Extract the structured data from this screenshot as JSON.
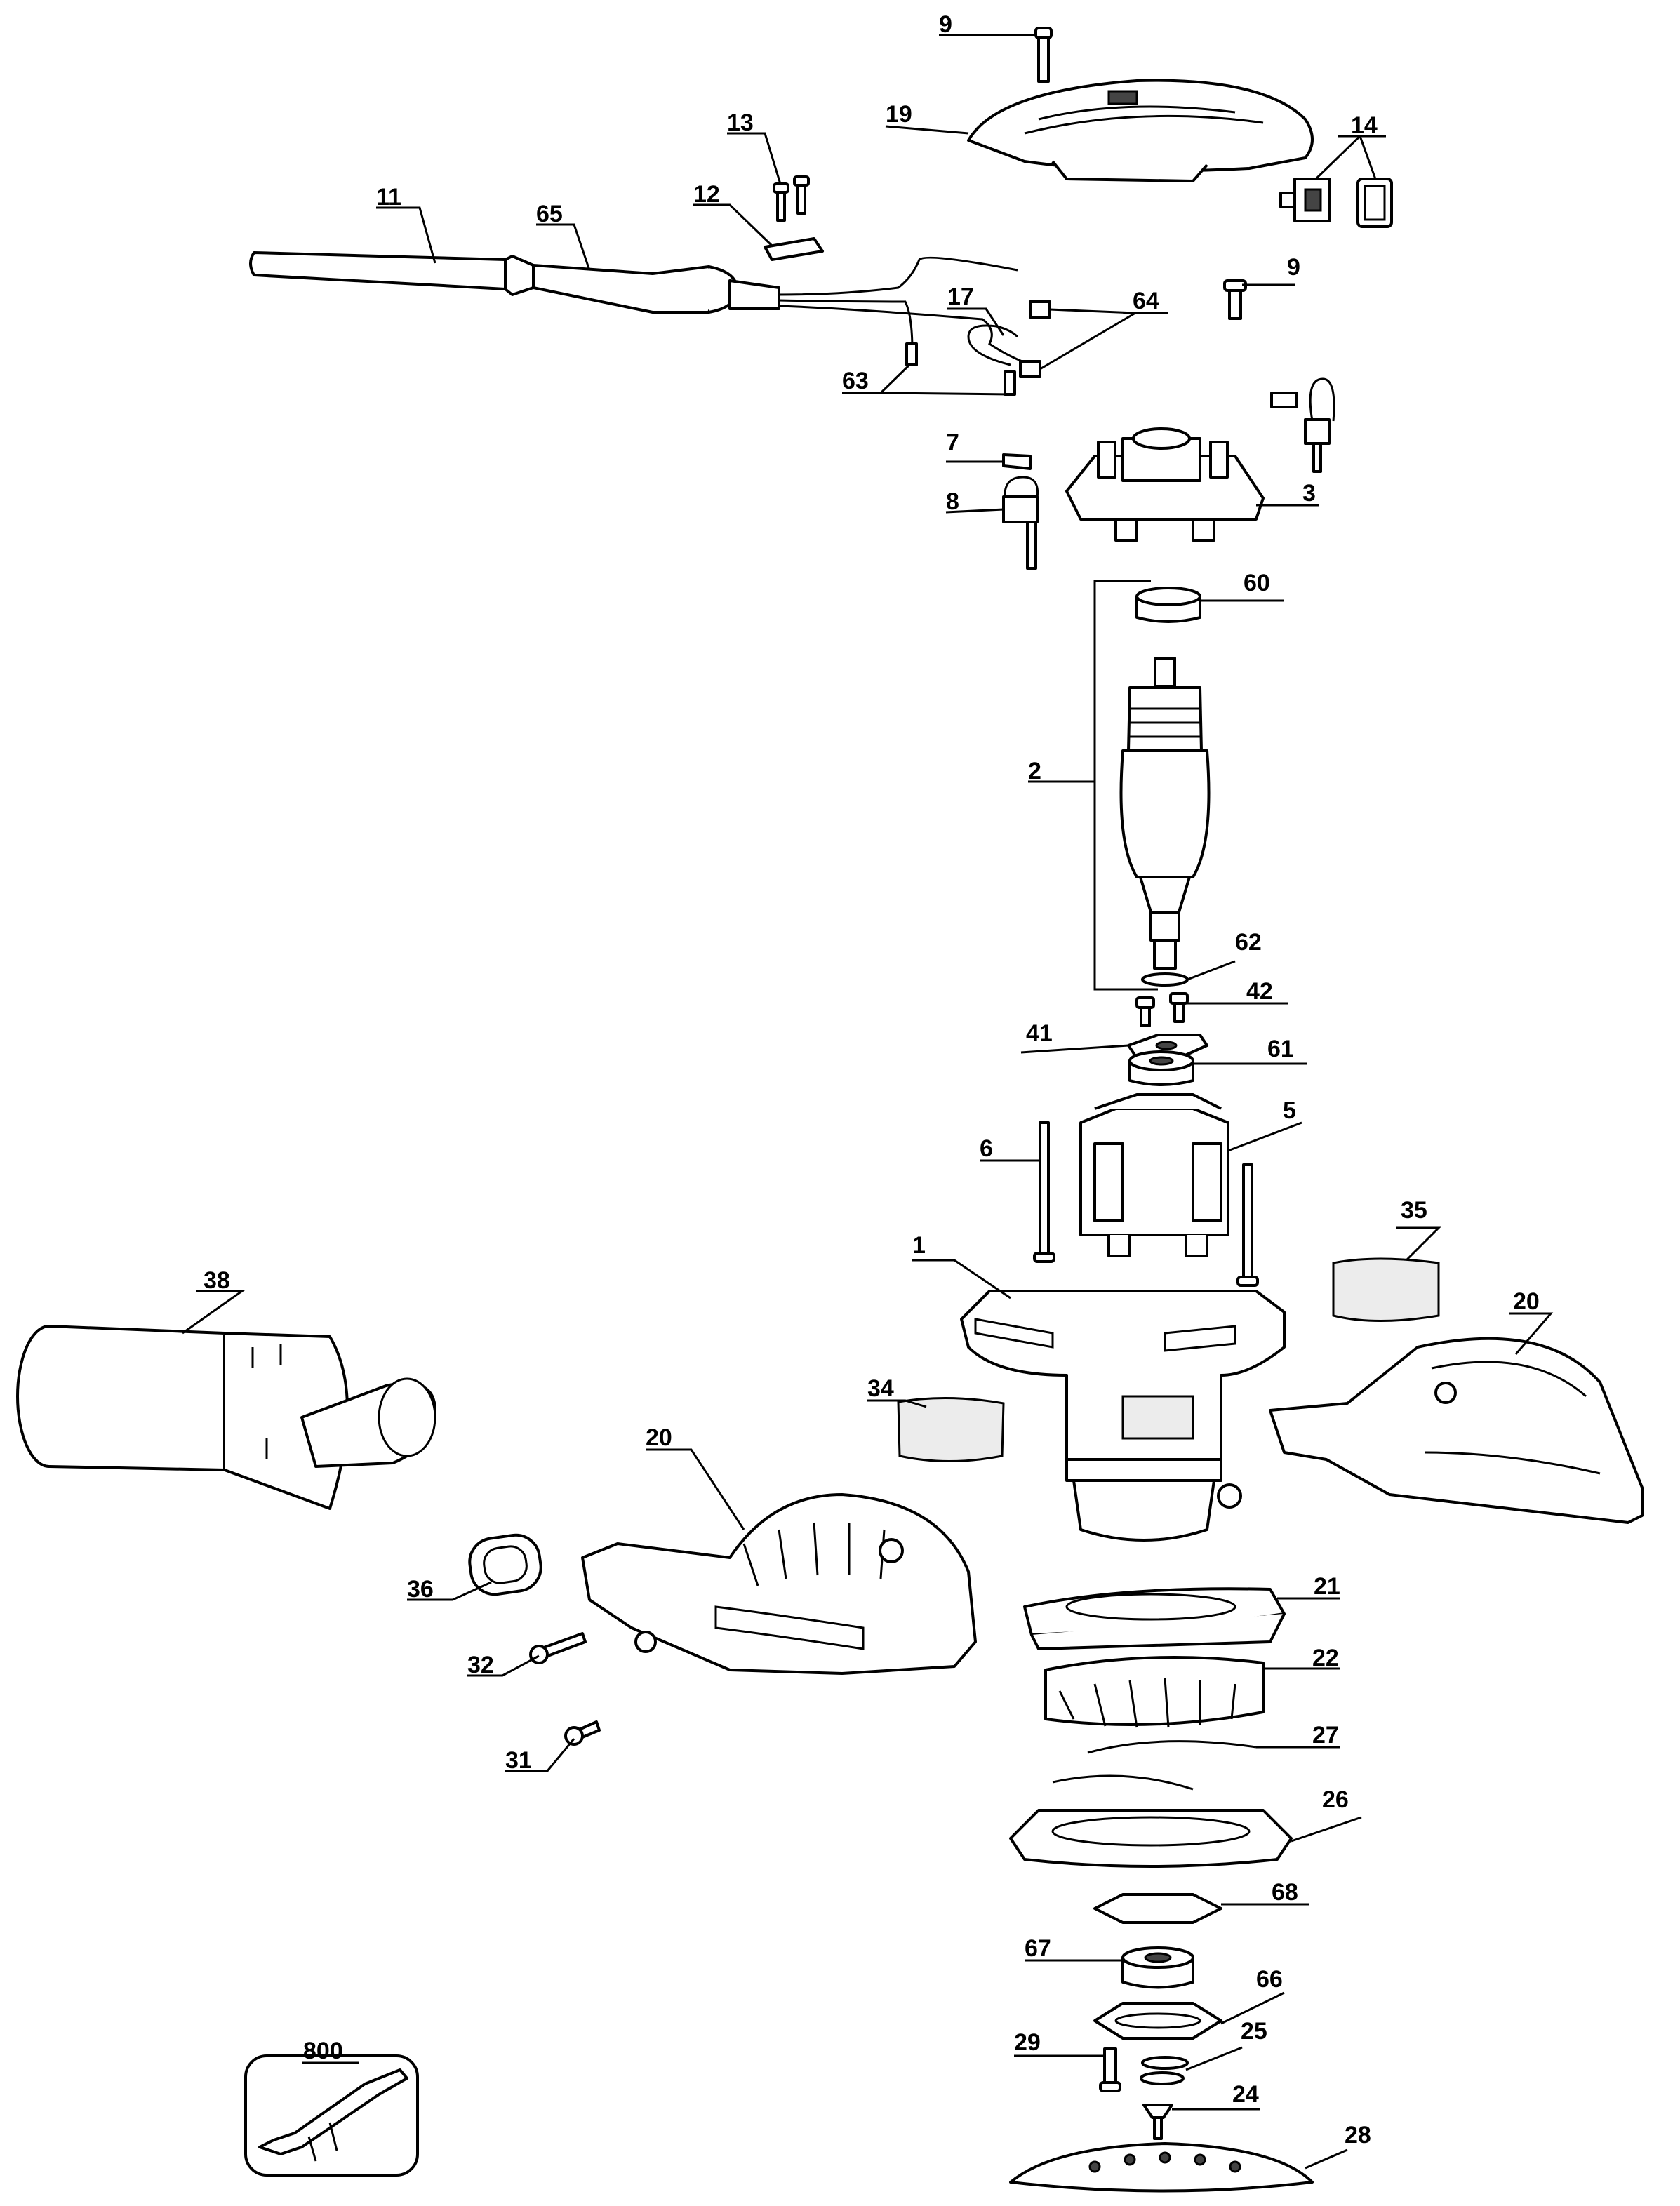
{
  "callouts": [
    "1",
    "2",
    "3",
    "5",
    "6",
    "7",
    "8",
    "9",
    "9",
    "11",
    "12",
    "13",
    "14",
    "17",
    "19",
    "20",
    "20",
    "21",
    "22",
    "24",
    "25",
    "26",
    "27",
    "28",
    "29",
    "31",
    "32",
    "34",
    "35",
    "36",
    "38",
    "41",
    "42",
    "60",
    "61",
    "62",
    "63",
    "64",
    "65",
    "66",
    "67",
    "68",
    "800"
  ]
}
